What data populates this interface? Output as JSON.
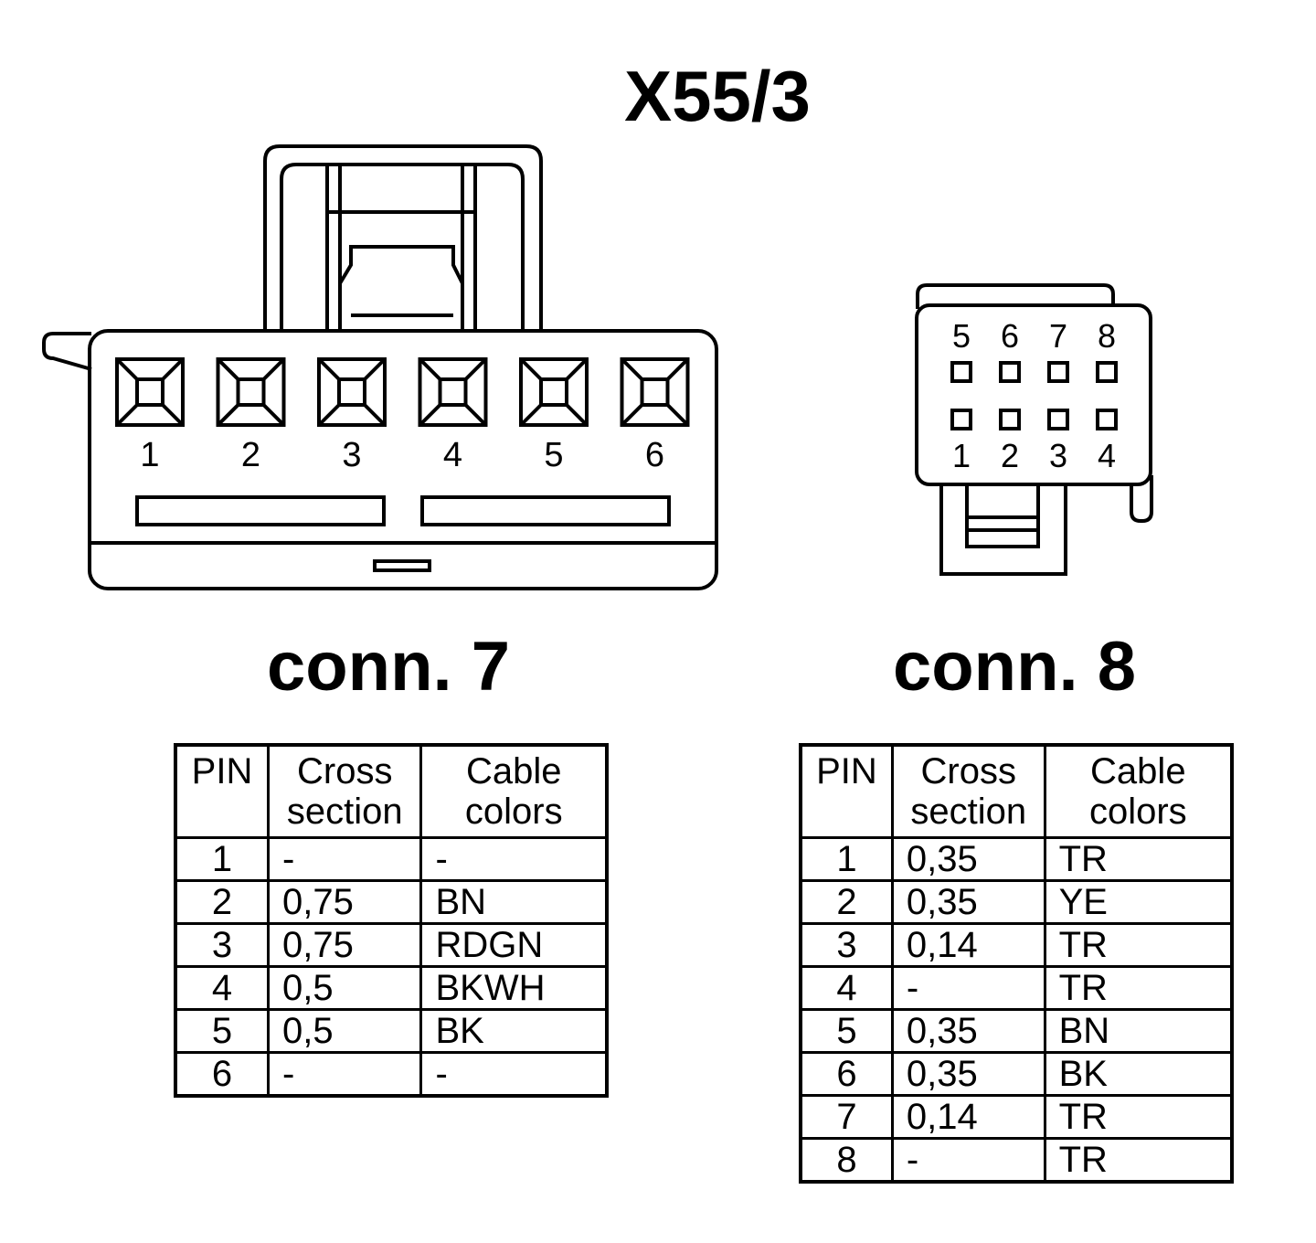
{
  "title": "X55/3",
  "connectors": [
    {
      "id": "conn7",
      "label": "conn. 7",
      "pin_labels": [
        "1",
        "2",
        "3",
        "4",
        "5",
        "6"
      ],
      "table": {
        "headers": {
          "pin": "PIN",
          "cross_line1": "Cross",
          "cross_line2": "section",
          "color_line1": "Cable",
          "color_line2": "colors"
        },
        "rows": [
          {
            "pin": "1",
            "cross_section": "-",
            "cable_color": "-"
          },
          {
            "pin": "2",
            "cross_section": "0,75",
            "cable_color": "BN"
          },
          {
            "pin": "3",
            "cross_section": "0,75",
            "cable_color": "RDGN"
          },
          {
            "pin": "4",
            "cross_section": "0,5",
            "cable_color": "BKWH"
          },
          {
            "pin": "5",
            "cross_section": "0,5",
            "cable_color": "BK"
          },
          {
            "pin": "6",
            "cross_section": "-",
            "cable_color": "-"
          }
        ]
      }
    },
    {
      "id": "conn8",
      "label": "conn. 8",
      "pin_labels_top": [
        "5",
        "6",
        "7",
        "8"
      ],
      "pin_labels_bottom": [
        "1",
        "2",
        "3",
        "4"
      ],
      "table": {
        "headers": {
          "pin": "PIN",
          "cross_line1": "Cross",
          "cross_line2": "section",
          "color_line1": "Cable",
          "color_line2": "colors"
        },
        "rows": [
          {
            "pin": "1",
            "cross_section": "0,35",
            "cable_color": "TR"
          },
          {
            "pin": "2",
            "cross_section": "0,35",
            "cable_color": "YE"
          },
          {
            "pin": "3",
            "cross_section": "0,14",
            "cable_color": "TR"
          },
          {
            "pin": "4",
            "cross_section": "-",
            "cable_color": "TR"
          },
          {
            "pin": "5",
            "cross_section": "0,35",
            "cable_color": "BN"
          },
          {
            "pin": "6",
            "cross_section": "0,35",
            "cable_color": "BK"
          },
          {
            "pin": "7",
            "cross_section": "0,14",
            "cable_color": "TR"
          },
          {
            "pin": "8",
            "cross_section": "-",
            "cable_color": "TR"
          }
        ]
      }
    }
  ]
}
